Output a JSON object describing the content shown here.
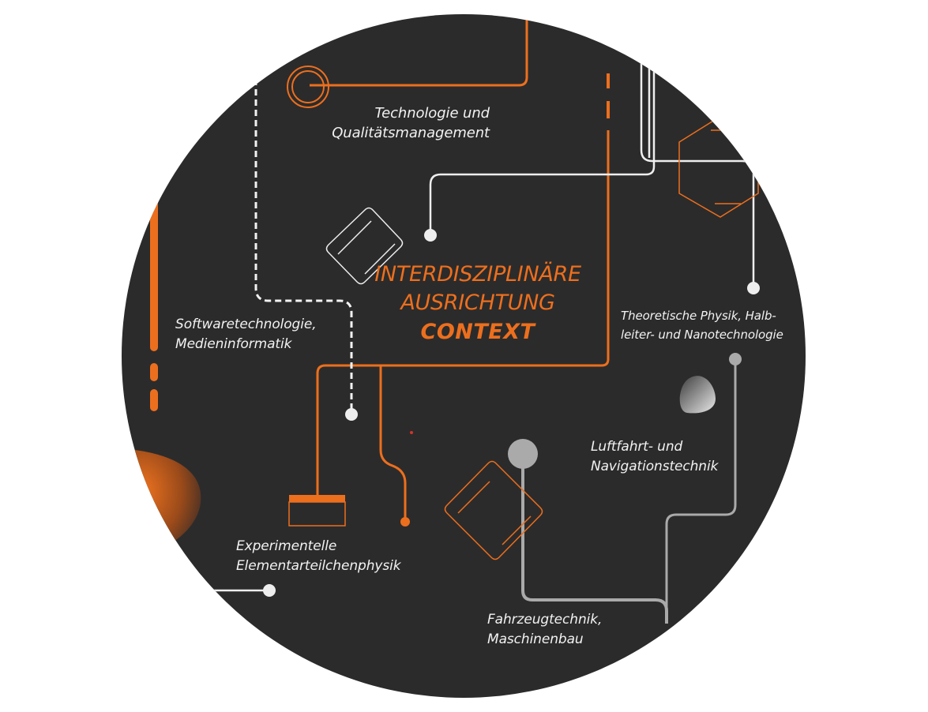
{
  "colors": {
    "circle": "#2c2b2b",
    "accent": "#ec6f1e",
    "line_light": "#eeeeee",
    "line_gray": "#aaaaaa",
    "text": "#f2f2f2"
  },
  "center": {
    "line1": "INTERDISZIPLINÄRE",
    "line2": "AUSRICHTUNG",
    "line3": "CONTEXT"
  },
  "labels": {
    "tech_qm": [
      "Technologie und",
      "Qualitätsmanagement"
    ],
    "software": [
      "Softwaretechnologie,",
      "Medieninformatik"
    ],
    "physics": [
      "Theoretische Physik, Halb-",
      "leiter- und Nanotechnologie"
    ],
    "aviation": [
      "Luftfahrt- und",
      "Navigationstechnik"
    ],
    "experimental": [
      "Experimentelle",
      "Elementarteilchenphysik"
    ],
    "vehicle": [
      "Fahrzeugtechnik,",
      "Maschinenbau"
    ]
  }
}
